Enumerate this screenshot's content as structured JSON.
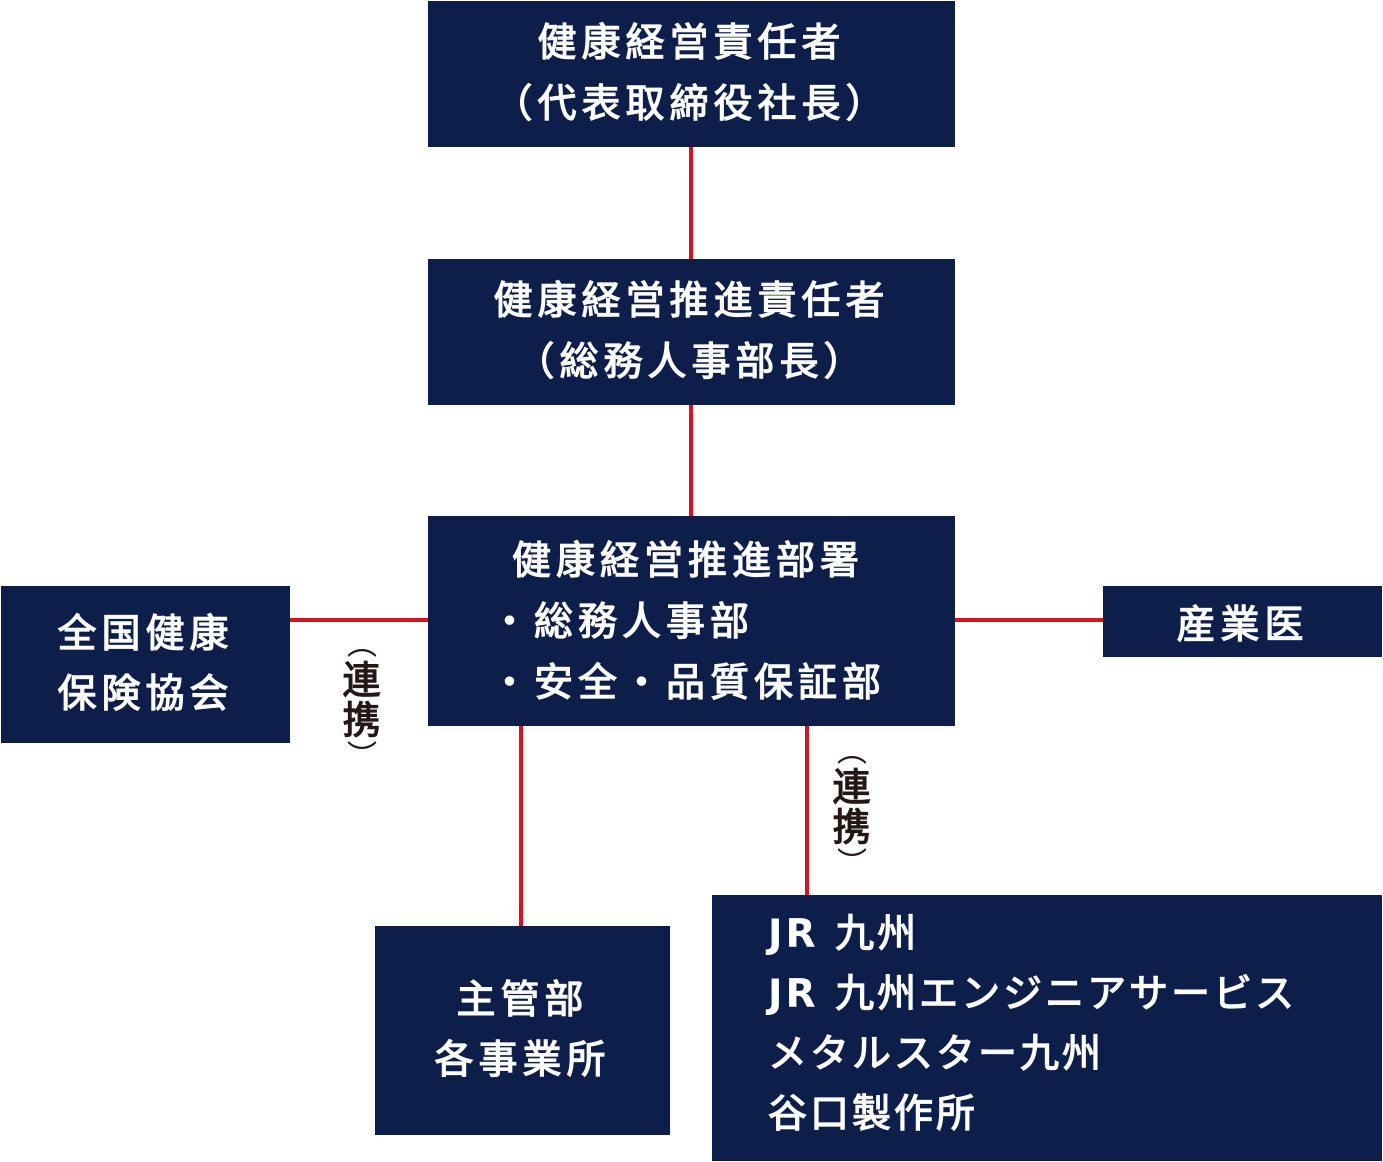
{
  "colors": {
    "box": "#0d1e4b",
    "connector": "#d7141c",
    "text": "#ffffff",
    "label": "#231815"
  },
  "ceo": {
    "line1": "健康経営責任者",
    "line2": "（代表取締役社長）"
  },
  "promoter": {
    "line1": "健康経営推進責任者",
    "line2": "（総務人事部長）"
  },
  "department": {
    "line1": "健康経営推進部署",
    "line2": "・総務人事部",
    "line3": "・安全・品質保証部"
  },
  "kyokai": {
    "line1": "全国健康",
    "line2": "保険協会"
  },
  "doctor": {
    "label": "産業医"
  },
  "offices": {
    "line1": "主管部",
    "line2": "各事業所"
  },
  "group": {
    "items": [
      "JR 九州",
      "JR 九州エンジニアサービス",
      "メタルスター九州",
      "谷口製作所"
    ]
  },
  "link_left": {
    "open": "（",
    "text": "連携",
    "close": "）"
  },
  "link_bottom": {
    "open": "（",
    "text": "連携",
    "close": "）"
  }
}
